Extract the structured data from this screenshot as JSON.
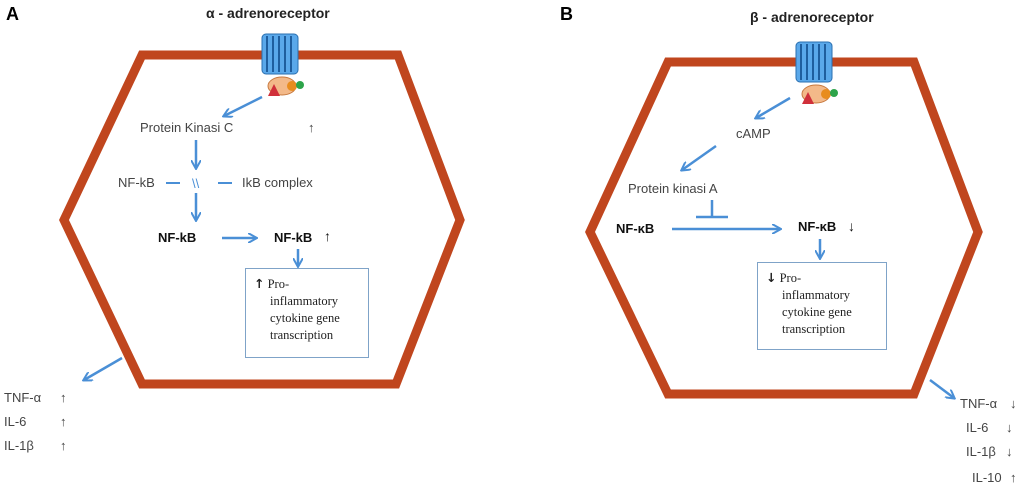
{
  "panel_a": {
    "letter": "A",
    "title": "α - adrenoreceptor",
    "kinase": "Protein Kinasi C",
    "nfkb_left": "NF-kB",
    "block": "\\\\",
    "ikb": "IkB complex",
    "nfkb_free": "NF-kB",
    "nfkb_up": "NF-kB",
    "box_arrow": "↑",
    "box_text_1": "Pro-",
    "box_text_2": "inflammatory",
    "box_text_3": "cytokine gene",
    "box_text_4": "transcription",
    "cytokines": [
      "TNF-α",
      "IL-6",
      "IL-1β"
    ]
  },
  "panel_b": {
    "letter": "B",
    "title": "β - adrenoreceptor",
    "camp": "cAMP",
    "kinase": "Protein kinasi A",
    "nfkb_left": "NF-κB",
    "nfkb_down": "NF-κB",
    "box_arrow": "↓",
    "box_text_1": "Pro-",
    "box_text_2": "inflammatory",
    "box_text_3": "cytokine gene",
    "box_text_4": "transcription",
    "cytokines": [
      "TNF-α",
      "IL-6",
      "IL-1β",
      "IL-10"
    ]
  },
  "colors": {
    "cell": "#c0461e",
    "arrow": "#4a8fd6",
    "receptor": "#2a8de0"
  }
}
